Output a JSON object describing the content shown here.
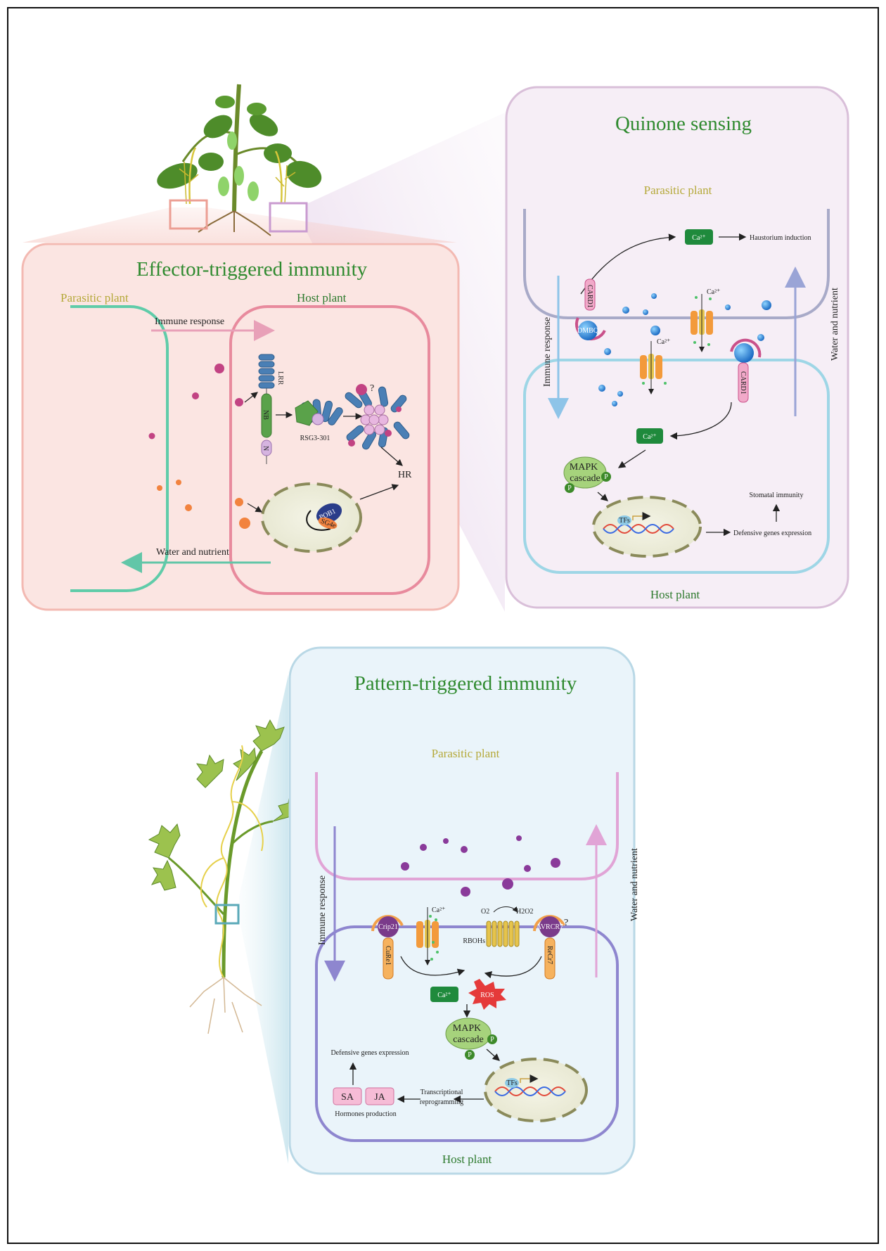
{
  "colors": {
    "title_green": "#2f8a2f",
    "parasite_label": "#b5a93a",
    "host_label": "#2d7a2d",
    "etl_panel_fill": "#fbe5e2",
    "etl_panel_stroke": "#f3b9b2",
    "quinone_panel_fill": "#f6eef6",
    "quinone_panel_stroke": "#d9bfd9",
    "pti_panel_fill": "#eaf4fa",
    "pti_panel_stroke": "#b9d8e6",
    "ca_badge": "#1f8a3c",
    "mapk_fill": "#a6d37c",
    "ros_fill": "#e53a3a"
  },
  "eti": {
    "title": "Effector-triggered immunity",
    "parasitic_plant": "Parasitic plant",
    "host_plant": "Host plant",
    "immune_response": "Immune  response",
    "water_nutrient": "Water and nutrient",
    "lrr": "LRR",
    "nb": "NB",
    "n": "N",
    "rsg": "RSG3-301",
    "question": "?",
    "hr": "HR",
    "pob1": "POB1",
    "sg4": "SG4e"
  },
  "quinone": {
    "title": "Quinone sensing",
    "parasitic_plant": "Parasitic plant",
    "host_plant": "Host plant",
    "ca_top": "Ca²⁺",
    "haustorium": "Haustorium induction",
    "card1_top": "CARD1",
    "dmbq": "DMBQ",
    "ca_channel_upper": "Ca²⁺",
    "ca_channel_lower": "Ca²⁺",
    "card1_host": "CARD1",
    "immune_response": "Immune response",
    "water_nutrient": "Water and nutrient",
    "ca_host": "Ca²⁺",
    "mapk_line1": "MAPK",
    "mapk_line2": "cascade",
    "p": "P",
    "tfs": "TFs",
    "stomatal": "Stomatal immunity",
    "defensive": "Defensive genes expression"
  },
  "pti": {
    "title": "Pattern-triggered immunity",
    "parasitic_plant": "Parasitic plant",
    "host_plant": "Host plant",
    "immune_response": "Immune  response",
    "water_nutrient": "Water and nutrient",
    "crip21": "Crip21",
    "cure1": "CuRe1",
    "ca_channel": "Ca²⁺",
    "o2": "O2",
    "h2o2": "H2O2",
    "rbohs": "RBOHs",
    "avr": "AVRCR7",
    "question": "?",
    "recr7": "ReCr7",
    "ca_badge": "Ca²⁺",
    "ros": "ROS",
    "mapk_line1": "MAPK",
    "mapk_line2": "cascade",
    "p": "P",
    "tfs": "TFs",
    "defensive": "Defensive genes expression",
    "sa": "SA",
    "ja": "JA",
    "hormones": "Hormones production",
    "transcriptional_line1": "Transcriptional",
    "transcriptional_line2": "reprogramming"
  }
}
